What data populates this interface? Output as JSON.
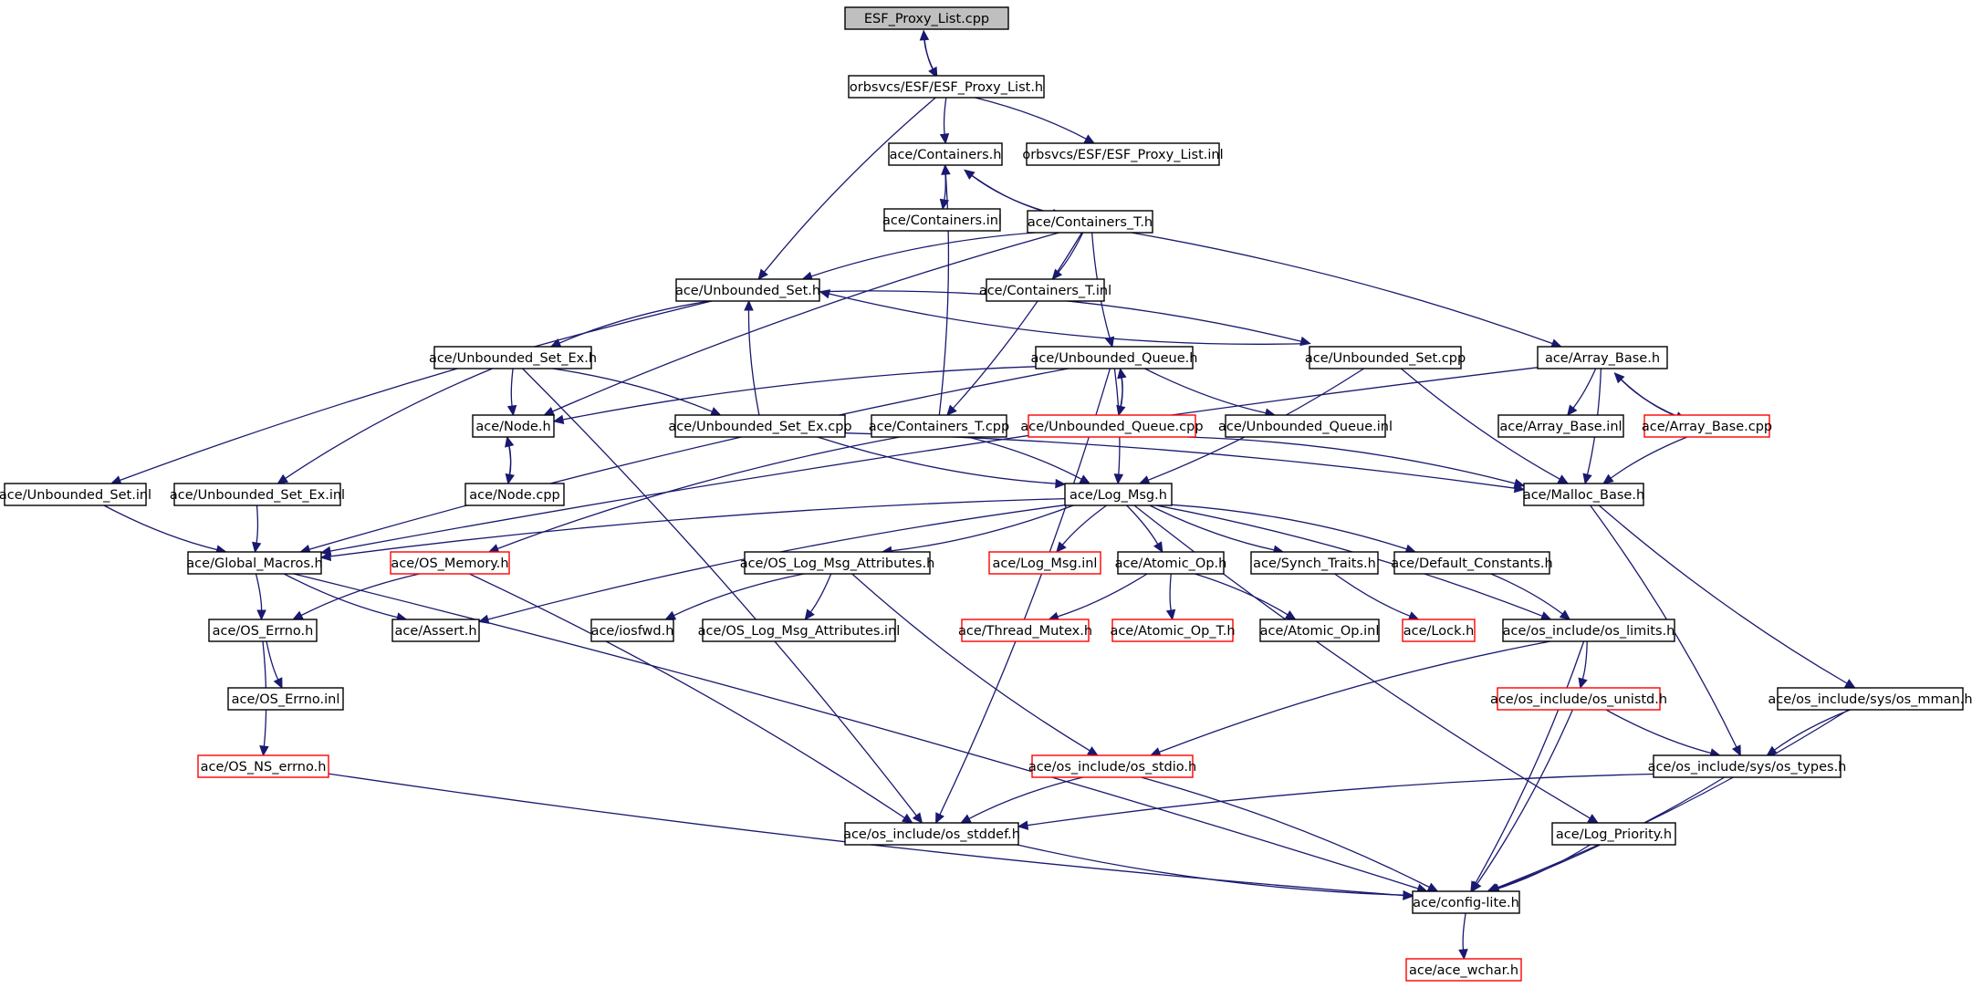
{
  "colors": {
    "edge": "#191970",
    "normal_border": "#000000",
    "truncated_border": "#ff0000",
    "root_fill": "#bfbfbf",
    "fill": "#ffffff"
  },
  "nodes": [
    {
      "id": "n0",
      "label": "ESF_Proxy_List.cpp",
      "style": "root"
    },
    {
      "id": "n1",
      "label": "orbsvcs/ESF/ESF_Proxy_List.h",
      "style": "normal"
    },
    {
      "id": "n2",
      "label": "ace/Containers.h",
      "style": "normal"
    },
    {
      "id": "n3",
      "label": "orbsvcs/ESF/ESF_Proxy_List.inl",
      "style": "normal"
    },
    {
      "id": "n4",
      "label": "ace/Containers.inl",
      "style": "normal"
    },
    {
      "id": "n5",
      "label": "ace/Containers_T.h",
      "style": "normal"
    },
    {
      "id": "n6",
      "label": "ace/Unbounded_Set.h",
      "style": "normal"
    },
    {
      "id": "n7",
      "label": "ace/Containers_T.inl",
      "style": "normal"
    },
    {
      "id": "n8",
      "label": "ace/Unbounded_Set_Ex.h",
      "style": "normal"
    },
    {
      "id": "n9",
      "label": "ace/Unbounded_Queue.h",
      "style": "normal"
    },
    {
      "id": "n10",
      "label": "ace/Unbounded_Set.cpp",
      "style": "normal"
    },
    {
      "id": "n11",
      "label": "ace/Array_Base.h",
      "style": "normal"
    },
    {
      "id": "n12",
      "label": "ace/Node.h",
      "style": "normal"
    },
    {
      "id": "n13",
      "label": "ace/Unbounded_Set_Ex.cpp",
      "style": "normal"
    },
    {
      "id": "n14",
      "label": "ace/Containers_T.cpp",
      "style": "normal"
    },
    {
      "id": "n15",
      "label": "ace/Unbounded_Queue.cpp",
      "style": "truncated"
    },
    {
      "id": "n16",
      "label": "ace/Unbounded_Queue.inl",
      "style": "normal"
    },
    {
      "id": "n17",
      "label": "ace/Array_Base.inl",
      "style": "normal"
    },
    {
      "id": "n18",
      "label": "ace/Array_Base.cpp",
      "style": "truncated"
    },
    {
      "id": "n19",
      "label": "ace/Unbounded_Set.inl",
      "style": "normal"
    },
    {
      "id": "n20",
      "label": "ace/Unbounded_Set_Ex.inl",
      "style": "normal"
    },
    {
      "id": "n21",
      "label": "ace/Node.cpp",
      "style": "normal"
    },
    {
      "id": "n22",
      "label": "ace/Log_Msg.h",
      "style": "normal"
    },
    {
      "id": "n23",
      "label": "ace/Malloc_Base.h",
      "style": "normal"
    },
    {
      "id": "n24",
      "label": "ace/Global_Macros.h",
      "style": "normal"
    },
    {
      "id": "n25",
      "label": "ace/OS_Memory.h",
      "style": "truncated"
    },
    {
      "id": "n26",
      "label": "ace/OS_Log_Msg_Attributes.h",
      "style": "normal"
    },
    {
      "id": "n27",
      "label": "ace/Log_Msg.inl",
      "style": "truncated"
    },
    {
      "id": "n28",
      "label": "ace/Atomic_Op.h",
      "style": "normal"
    },
    {
      "id": "n29",
      "label": "ace/Synch_Traits.h",
      "style": "normal"
    },
    {
      "id": "n30",
      "label": "ace/Default_Constants.h",
      "style": "normal"
    },
    {
      "id": "n31",
      "label": "ace/OS_Errno.h",
      "style": "normal"
    },
    {
      "id": "n32",
      "label": "ace/Assert.h",
      "style": "normal"
    },
    {
      "id": "n33",
      "label": "ace/iosfwd.h",
      "style": "normal"
    },
    {
      "id": "n34",
      "label": "ace/OS_Log_Msg_Attributes.inl",
      "style": "normal"
    },
    {
      "id": "n35",
      "label": "ace/Thread_Mutex.h",
      "style": "truncated"
    },
    {
      "id": "n36",
      "label": "ace/Atomic_Op_T.h",
      "style": "truncated"
    },
    {
      "id": "n37",
      "label": "ace/Atomic_Op.inl",
      "style": "normal"
    },
    {
      "id": "n38",
      "label": "ace/Lock.h",
      "style": "truncated"
    },
    {
      "id": "n39",
      "label": "ace/os_include/os_limits.h",
      "style": "normal"
    },
    {
      "id": "n40",
      "label": "ace/OS_Errno.inl",
      "style": "normal"
    },
    {
      "id": "n41",
      "label": "ace/os_include/os_unistd.h",
      "style": "truncated"
    },
    {
      "id": "n42",
      "label": "ace/os_include/sys/os_mman.h",
      "style": "normal"
    },
    {
      "id": "n43",
      "label": "ace/OS_NS_errno.h",
      "style": "truncated"
    },
    {
      "id": "n44",
      "label": "ace/os_include/os_stdio.h",
      "style": "truncated"
    },
    {
      "id": "n45",
      "label": "ace/os_include/sys/os_types.h",
      "style": "normal"
    },
    {
      "id": "n46",
      "label": "ace/os_include/os_stddef.h",
      "style": "normal"
    },
    {
      "id": "n47",
      "label": "ace/Log_Priority.h",
      "style": "normal"
    },
    {
      "id": "n48",
      "label": "ace/config-lite.h",
      "style": "normal"
    },
    {
      "id": "n49",
      "label": "ace/ace_wchar.h",
      "style": "truncated"
    }
  ],
  "edges": [
    [
      "n0",
      "n1"
    ],
    [
      "n1",
      "n0"
    ],
    [
      "n1",
      "n2"
    ],
    [
      "n1",
      "n3"
    ],
    [
      "n1",
      "n6"
    ],
    [
      "n2",
      "n4"
    ],
    [
      "n2",
      "n5"
    ],
    [
      "n5",
      "n2"
    ],
    [
      "n5",
      "n6"
    ],
    [
      "n5",
      "n7"
    ],
    [
      "n5",
      "n9"
    ],
    [
      "n5",
      "n11"
    ],
    [
      "n5",
      "n12"
    ],
    [
      "n5",
      "n14"
    ],
    [
      "n6",
      "n8"
    ],
    [
      "n6",
      "n10"
    ],
    [
      "n6",
      "n19"
    ],
    [
      "n10",
      "n6"
    ],
    [
      "n8",
      "n12"
    ],
    [
      "n8",
      "n13"
    ],
    [
      "n8",
      "n20"
    ],
    [
      "n8",
      "n46"
    ],
    [
      "n9",
      "n12"
    ],
    [
      "n9",
      "n15"
    ],
    [
      "n9",
      "n16"
    ],
    [
      "n9",
      "n22"
    ],
    [
      "n9",
      "n24"
    ],
    [
      "n9",
      "n46"
    ],
    [
      "n15",
      "n9"
    ],
    [
      "n10",
      "n22"
    ],
    [
      "n10",
      "n23"
    ],
    [
      "n11",
      "n17"
    ],
    [
      "n11",
      "n18"
    ],
    [
      "n11",
      "n23"
    ],
    [
      "n11",
      "n24"
    ],
    [
      "n18",
      "n11"
    ],
    [
      "n18",
      "n23"
    ],
    [
      "n12",
      "n21"
    ],
    [
      "n21",
      "n12"
    ],
    [
      "n13",
      "n6"
    ],
    [
      "n13",
      "n22"
    ],
    [
      "n13",
      "n23"
    ],
    [
      "n14",
      "n2"
    ],
    [
      "n14",
      "n22"
    ],
    [
      "n14",
      "n25"
    ],
    [
      "n15",
      "n23"
    ],
    [
      "n19",
      "n24"
    ],
    [
      "n20",
      "n24"
    ],
    [
      "n22",
      "n24"
    ],
    [
      "n22",
      "n26"
    ],
    [
      "n22",
      "n27"
    ],
    [
      "n22",
      "n28"
    ],
    [
      "n22",
      "n29"
    ],
    [
      "n22",
      "n30"
    ],
    [
      "n22",
      "n32"
    ],
    [
      "n22",
      "n39"
    ],
    [
      "n22",
      "n47"
    ],
    [
      "n23",
      "n45"
    ],
    [
      "n23",
      "n42"
    ],
    [
      "n24",
      "n31"
    ],
    [
      "n24",
      "n32"
    ],
    [
      "n24",
      "n48"
    ],
    [
      "n25",
      "n31"
    ],
    [
      "n25",
      "n46"
    ],
    [
      "n26",
      "n33"
    ],
    [
      "n26",
      "n34"
    ],
    [
      "n26",
      "n44"
    ],
    [
      "n28",
      "n35"
    ],
    [
      "n28",
      "n36"
    ],
    [
      "n28",
      "n37"
    ],
    [
      "n29",
      "n38"
    ],
    [
      "n30",
      "n39"
    ],
    [
      "n31",
      "n40"
    ],
    [
      "n31",
      "n43"
    ],
    [
      "n43",
      "n48"
    ],
    [
      "n39",
      "n41"
    ],
    [
      "n39",
      "n44"
    ],
    [
      "n39",
      "n48"
    ],
    [
      "n41",
      "n45"
    ],
    [
      "n41",
      "n48"
    ],
    [
      "n42",
      "n45"
    ],
    [
      "n42",
      "n48"
    ],
    [
      "n44",
      "n46"
    ],
    [
      "n44",
      "n48"
    ],
    [
      "n45",
      "n46"
    ],
    [
      "n45",
      "n48"
    ],
    [
      "n46",
      "n48"
    ],
    [
      "n47",
      "n48"
    ],
    [
      "n48",
      "n49"
    ]
  ]
}
